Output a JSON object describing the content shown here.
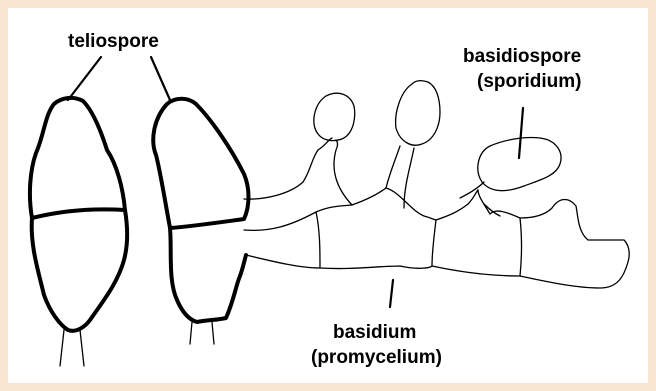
{
  "labels": {
    "teliospore": "teliospore",
    "basidiospore": "basidiospore",
    "sporidium": "(sporidium)",
    "basidium": "basidium",
    "promycelium": "(promycelium)"
  },
  "colors": {
    "frame": "#f7e6d0",
    "background": "#ffffff",
    "ink": "#000000"
  }
}
